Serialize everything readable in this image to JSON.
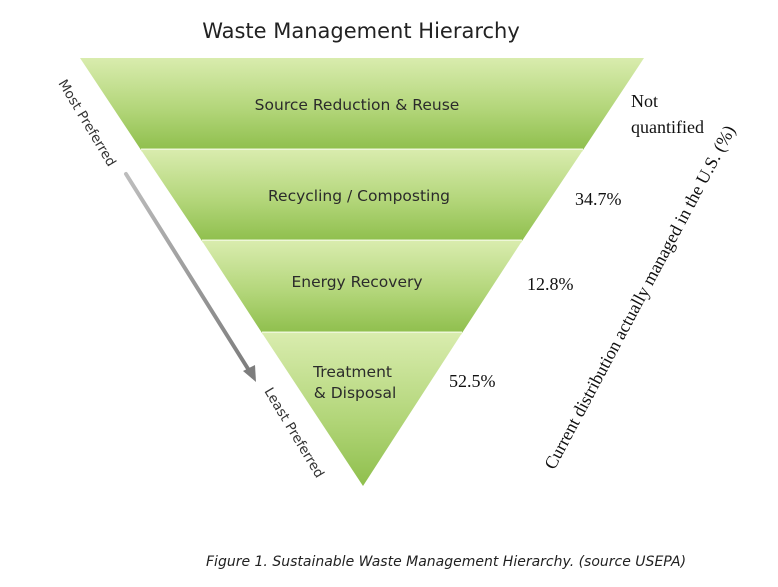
{
  "title": "Waste Management Hierarchy",
  "tiers": [
    {
      "label_lines": [
        "Source Reduction & Reuse"
      ],
      "value_lines": [
        "Not",
        "quantified"
      ]
    },
    {
      "label_lines": [
        "Recycling / Composting"
      ],
      "value_lines": [
        "34.7%"
      ]
    },
    {
      "label_lines": [
        "Energy Recovery"
      ],
      "value_lines": [
        "12.8%"
      ]
    },
    {
      "label_lines": [
        "Treatment",
        "& Disposal"
      ],
      "value_lines": [
        "52.5%"
      ]
    }
  ],
  "arrow": {
    "top_label": "Most Preferred",
    "bottom_label": "Least Preferred"
  },
  "distribution_caption": "Current distribution actually managed in the U.S. (%)",
  "figure_caption": "Figure 1. Sustainable Waste Management Hierarchy.  (source USEPA)",
  "colors": {
    "tier_light": "#d9ecae",
    "tier_mid": "#b3d67a",
    "tier_dark": "#8fbf4d",
    "divider": "#eef7d8",
    "arrow": "#8a8a8a"
  }
}
